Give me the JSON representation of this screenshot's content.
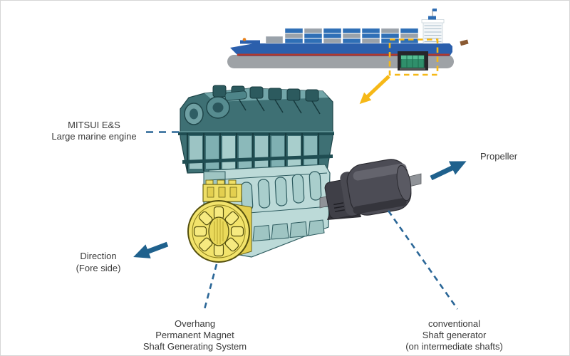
{
  "figure": {
    "type": "technical-diagram",
    "subject": "Large marine engine with overhang permanent magnet shaft generating system and conventional shaft generator"
  },
  "labels": {
    "engine_maker_line1": "MITSUI E&S",
    "engine_maker_line2": "Large marine engine",
    "propeller": "Propeller",
    "direction_line1": "Direction",
    "direction_line2": "(Fore side)",
    "pm_generator_line1": "Overhang",
    "pm_generator_line2": "Permanent Magnet",
    "pm_generator_line3": "Shaft Generating  System",
    "conventional_line1": "conventional",
    "conventional_line2": "Shaft generator",
    "conventional_line3": "(on intermediate  shafts)"
  },
  "elements": {
    "ship": "container-ship-illustration",
    "engine_room_highlight": "engine-room-highlight-box",
    "engine": "large-marine-engine-illustration",
    "pm_generator": "permanent-magnet-shaft-generator",
    "conventional_generator": "conventional-shaft-generator",
    "propeller_arrow": "propeller-direction-arrow",
    "fore_arrow": "fore-direction-arrow"
  },
  "colors": {
    "arrow_blue": "#1F618D",
    "dash_blue": "#2A6697",
    "highlight_yellow": "#F6B817",
    "generator_yellow": "#F2E36B",
    "engine_teal": "#3E7074",
    "engine_teal_light": "#BCDAD8",
    "ship_hull_blue": "#2B5FAC",
    "ship_stripe_red": "#B03A2E",
    "container_gray": "#9AA2AA",
    "container_blue": "#2F6FB6",
    "dark_generator_gray": "#4C4C55",
    "text": "#3A3A3A"
  }
}
